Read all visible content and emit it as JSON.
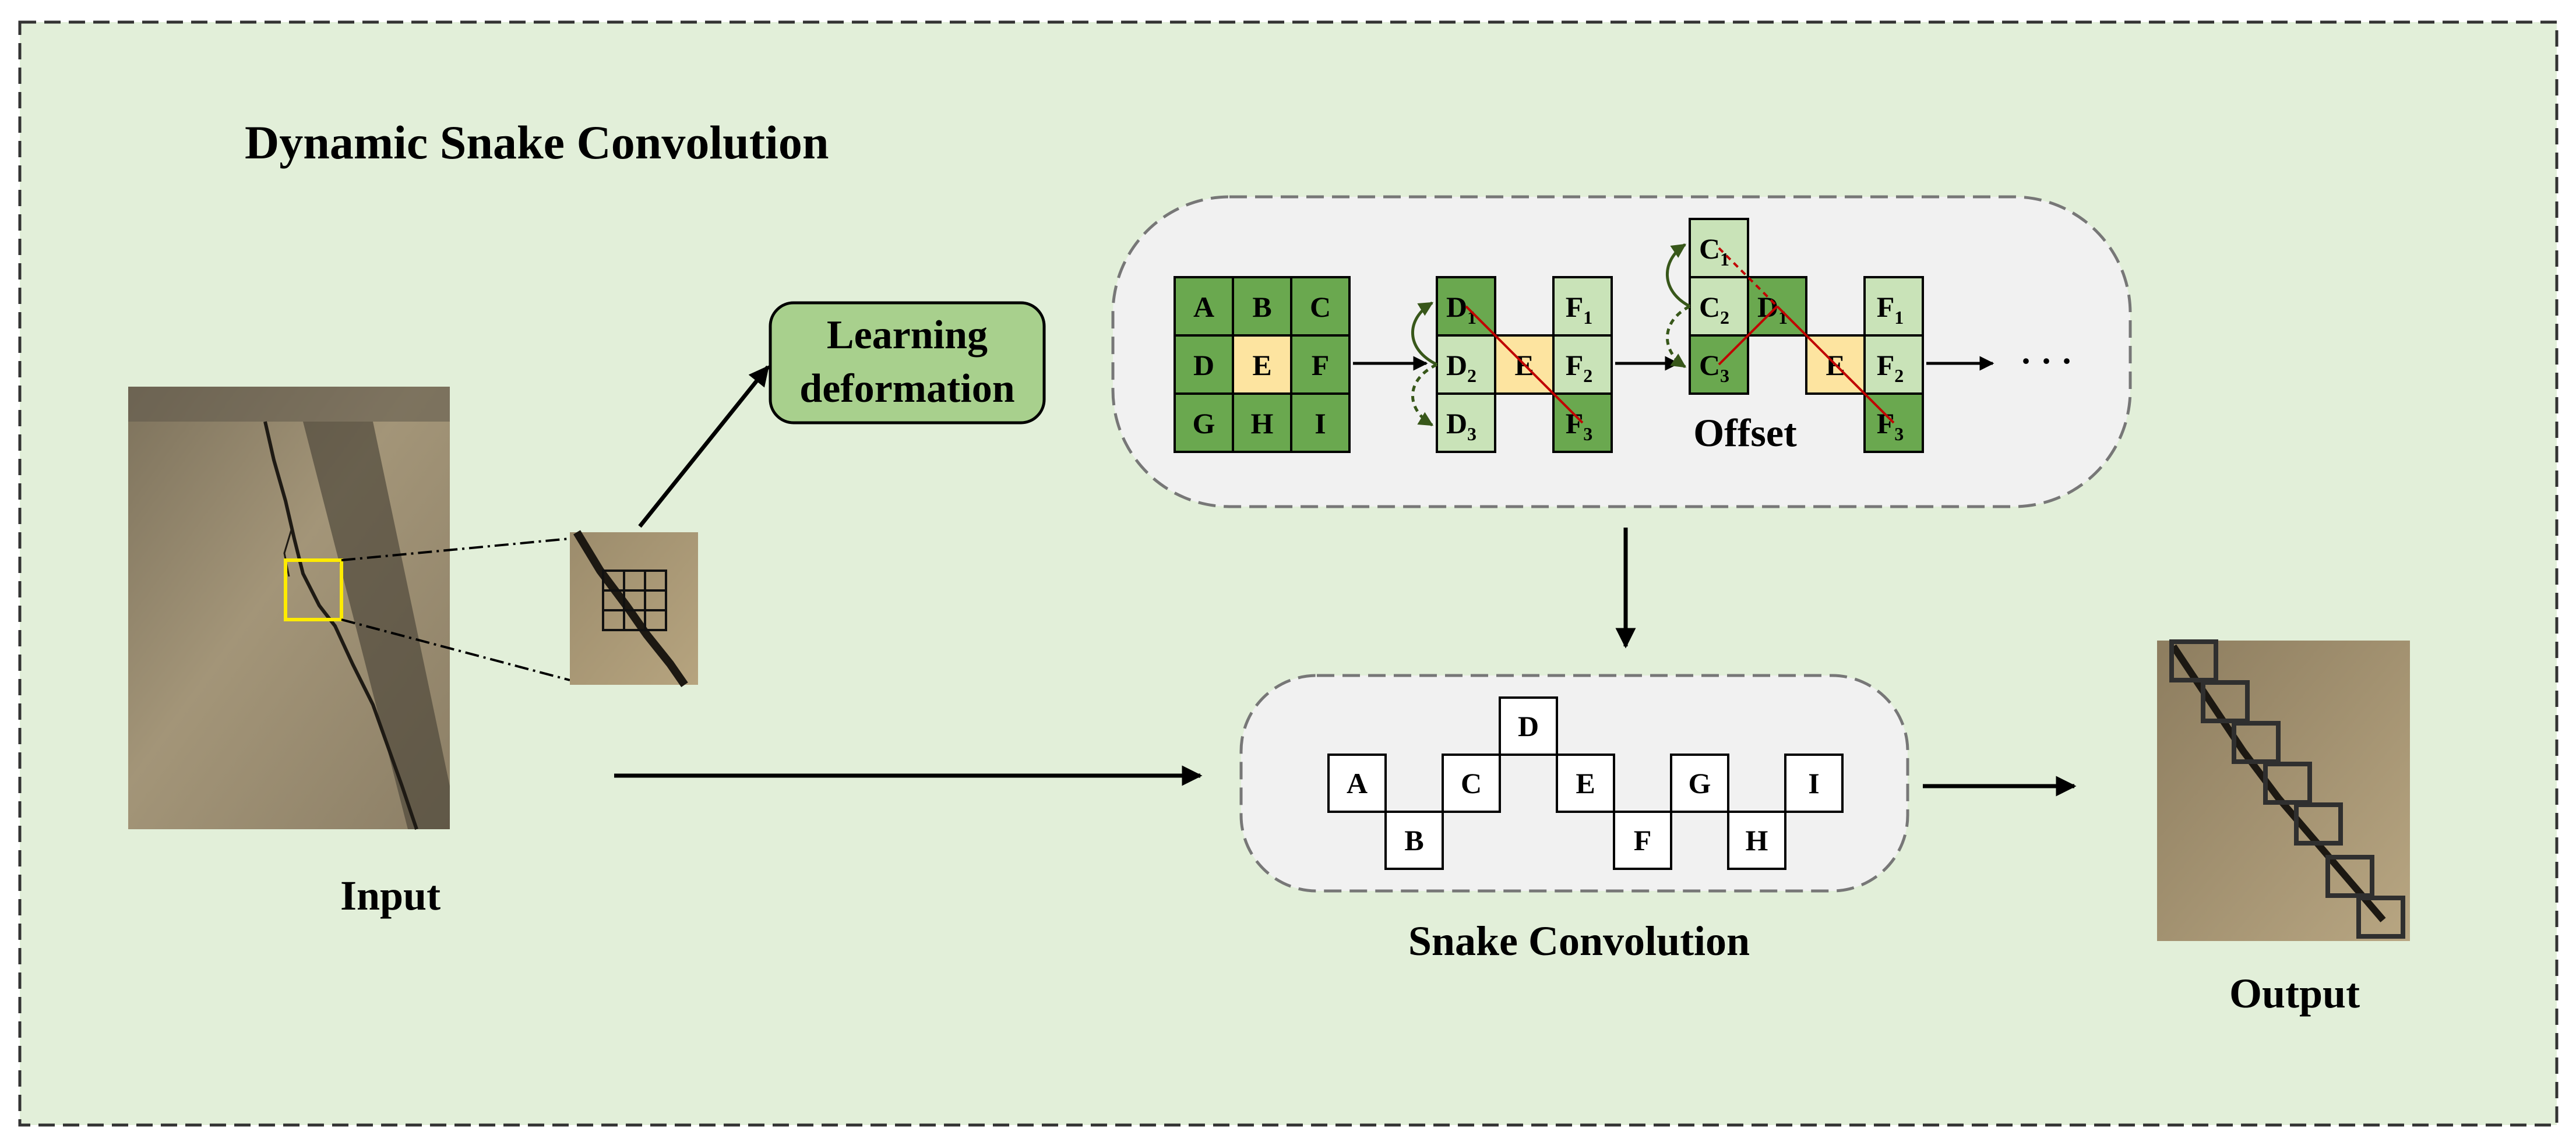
{
  "title": "Dynamic Snake Convolution",
  "learning_box": {
    "line1": "Learning",
    "line2": "deformation"
  },
  "input_label": "Input",
  "offset_label": "Offset",
  "snake_label": "Snake Convolution",
  "output_label": "Output",
  "ellipsis": "· · ·",
  "kernel_grid": [
    "A",
    "B",
    "C",
    "D",
    "E",
    "F",
    "G",
    "H",
    "I"
  ],
  "step1": {
    "left_column": [
      {
        "base": "D",
        "sub": "1"
      },
      {
        "base": "D",
        "sub": "2"
      },
      {
        "base": "D",
        "sub": "3"
      }
    ],
    "center": "E",
    "right_column": [
      {
        "base": "F",
        "sub": "1"
      },
      {
        "base": "F",
        "sub": "2"
      },
      {
        "base": "F",
        "sub": "3"
      }
    ]
  },
  "step2": {
    "left_column": [
      {
        "base": "C",
        "sub": "1"
      },
      {
        "base": "C",
        "sub": "2"
      },
      {
        "base": "C",
        "sub": "3"
      }
    ],
    "d_cell": {
      "base": "D",
      "sub": "1"
    },
    "center": "E",
    "right_column": [
      {
        "base": "F",
        "sub": "1"
      },
      {
        "base": "F",
        "sub": "2"
      },
      {
        "base": "F",
        "sub": "3"
      }
    ]
  },
  "snake_cells": [
    "A",
    "B",
    "C",
    "D",
    "E",
    "F",
    "G",
    "H",
    "I"
  ],
  "colors": {
    "background": "#e2efd9",
    "dark_green": "#6aa84f",
    "light_green": "#c9e3b8",
    "center_yellow": "#fde4a0",
    "panel": "#f1f1f1",
    "learning_fill": "#a8d08d",
    "red_line": "#c00000",
    "curve_arrow": "#38571a",
    "yellow_box": "#ffeb00"
  }
}
